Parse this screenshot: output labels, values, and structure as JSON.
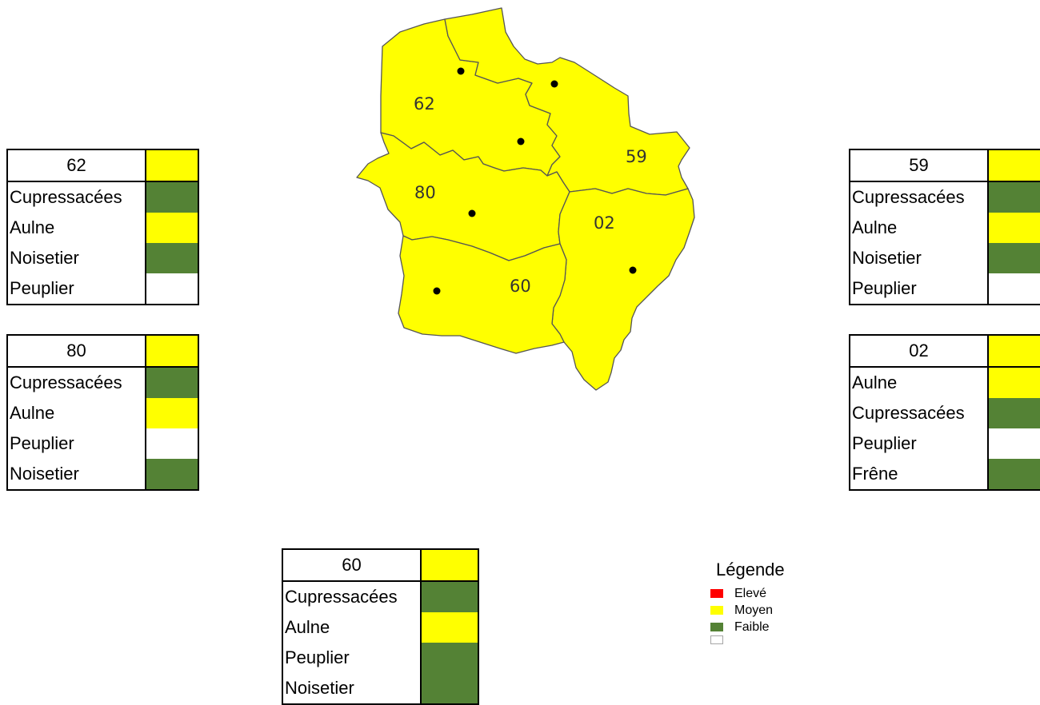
{
  "colors": {
    "eleve": "#ff0000",
    "moyen": "#ffff00",
    "faible": "#548235",
    "nul": "#ffffff",
    "region_fill": "#ffff00"
  },
  "departments": {
    "d62": {
      "code": "62",
      "level": "moyen",
      "rows": [
        {
          "name": "Cupressacées",
          "level": "faible"
        },
        {
          "name": "Aulne",
          "level": "moyen"
        },
        {
          "name": "Noisetier",
          "level": "faible"
        },
        {
          "name": "Peuplier",
          "level": "nul"
        }
      ]
    },
    "d80": {
      "code": "80",
      "level": "moyen",
      "rows": [
        {
          "name": "Cupressacées",
          "level": "faible"
        },
        {
          "name": "Aulne",
          "level": "moyen"
        },
        {
          "name": "Peuplier",
          "level": "nul"
        },
        {
          "name": "Noisetier",
          "level": "faible"
        }
      ]
    },
    "d59": {
      "code": "59",
      "level": "moyen",
      "rows": [
        {
          "name": "Cupressacées",
          "level": "faible"
        },
        {
          "name": "Aulne",
          "level": "moyen"
        },
        {
          "name": "Noisetier",
          "level": "faible"
        },
        {
          "name": "Peuplier",
          "level": "nul"
        }
      ]
    },
    "d02": {
      "code": "02",
      "level": "moyen",
      "rows": [
        {
          "name": "Aulne",
          "level": "moyen"
        },
        {
          "name": "Cupressacées",
          "level": "faible"
        },
        {
          "name": "Peuplier",
          "level": "nul"
        },
        {
          "name": "Frêne",
          "level": "faible"
        }
      ]
    },
    "d60": {
      "code": "60",
      "level": "moyen",
      "rows": [
        {
          "name": "Cupressacées",
          "level": "faible"
        },
        {
          "name": "Aulne",
          "level": "moyen"
        },
        {
          "name": "Peuplier",
          "level": "faible"
        },
        {
          "name": "Noisetier",
          "level": "faible"
        }
      ]
    }
  },
  "map_labels": {
    "d62": "62",
    "d59": "59",
    "d80": "80",
    "d02": "02",
    "d60": "60"
  },
  "legend": {
    "title": "Légende",
    "items": [
      {
        "label": "Elevé",
        "level": "eleve"
      },
      {
        "label": "Moyen",
        "level": "moyen"
      },
      {
        "label": "Faible",
        "level": "faible"
      },
      {
        "label": "",
        "level": "nul"
      }
    ]
  }
}
